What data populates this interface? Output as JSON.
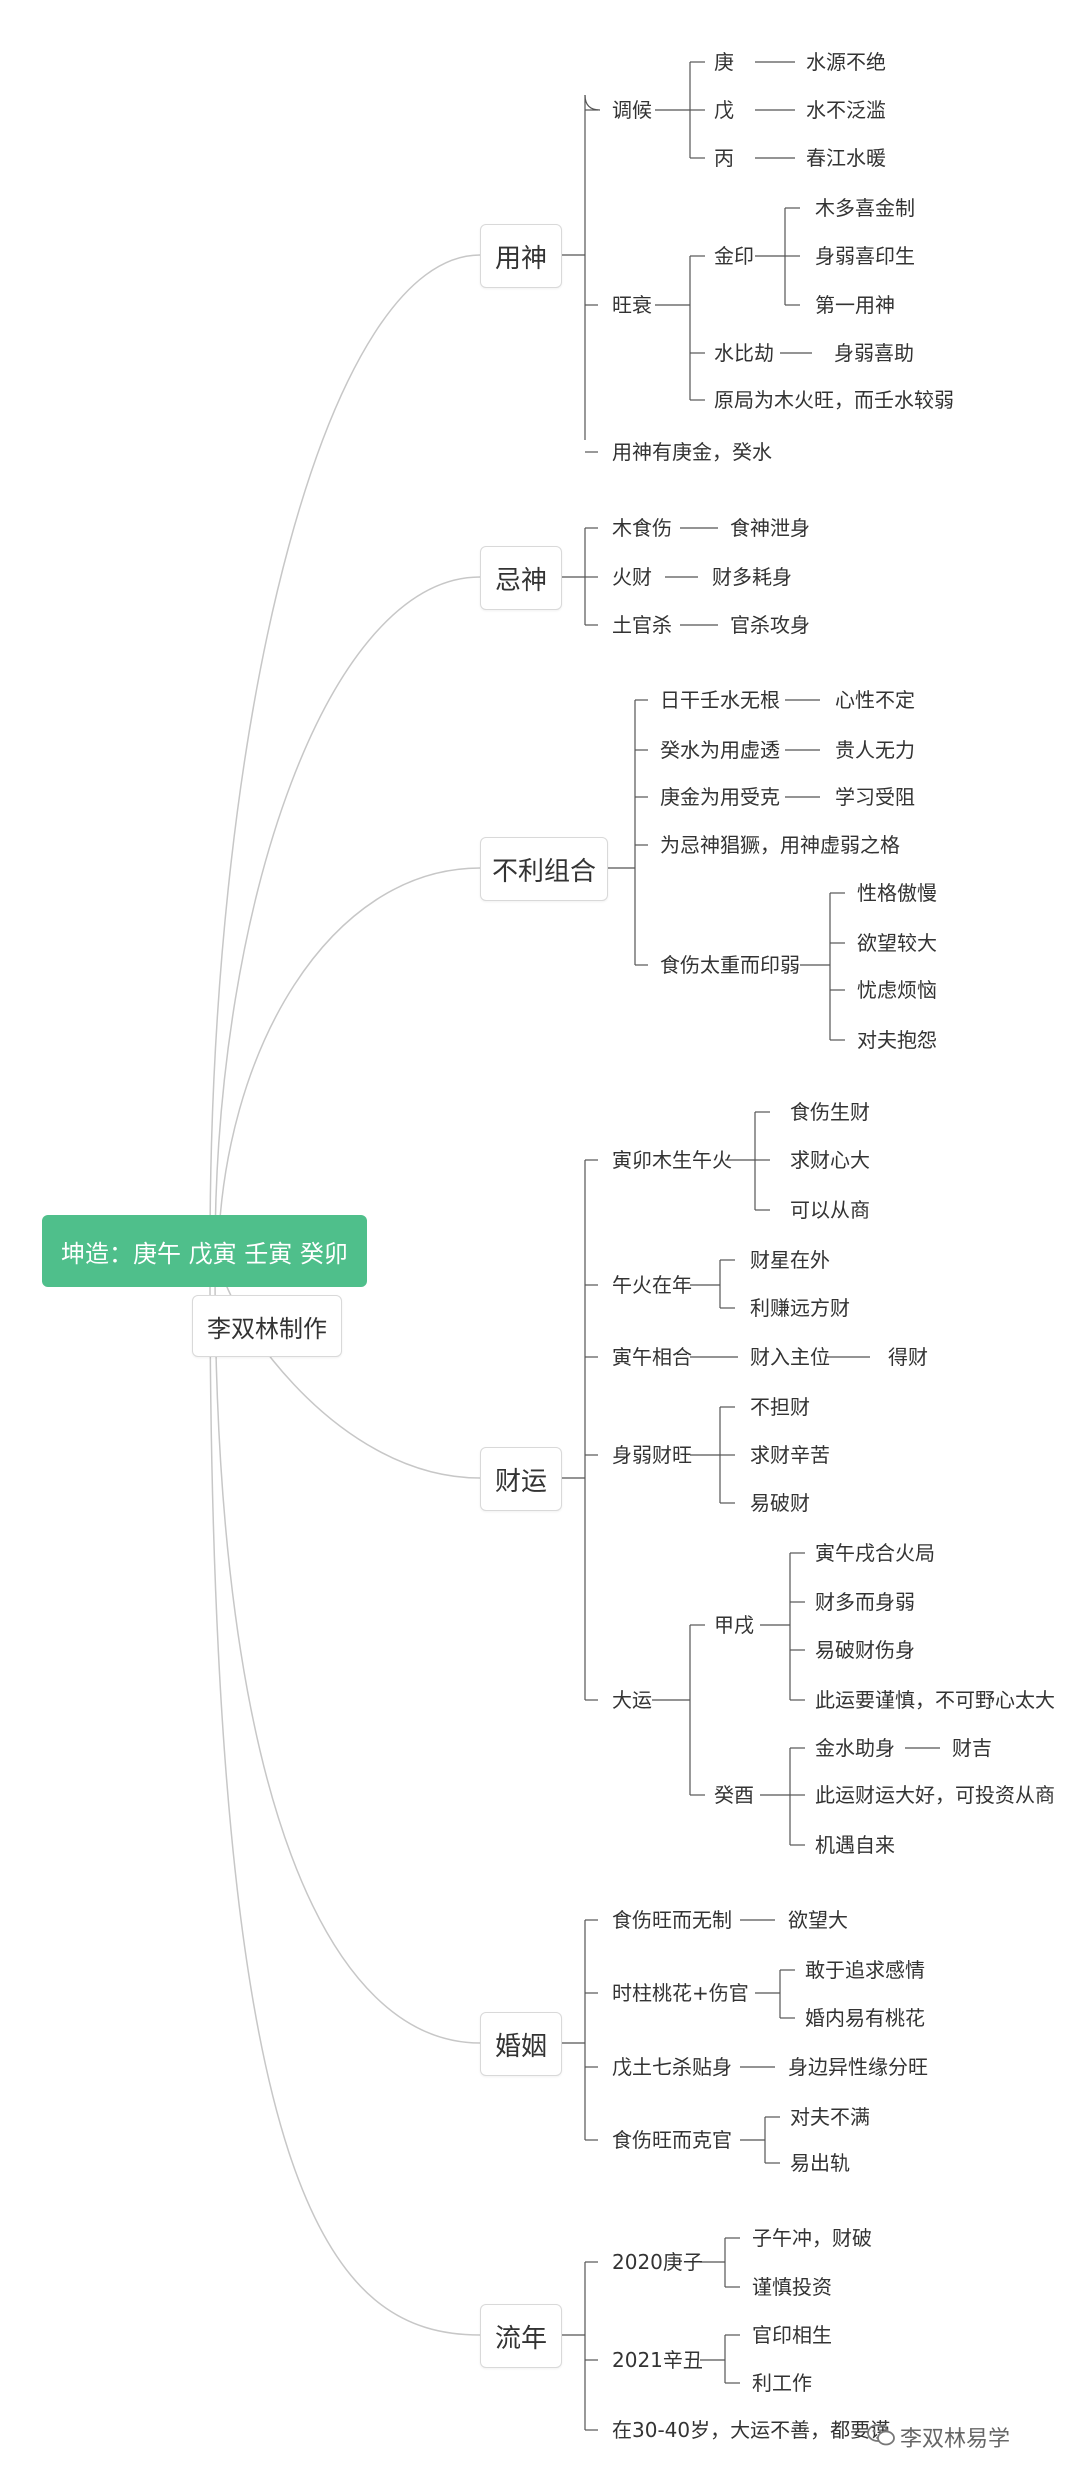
{
  "root": "坤造：庚午 戊寅 壬寅 癸卯",
  "author": "李双林制作",
  "watermark": "李双林易学",
  "nodes": {
    "yongshen": "用神",
    "tiaohou": "调候",
    "geng": "庚",
    "shuiyuan": "水源不绝",
    "wu": "戊",
    "shuibu": "水不泛滥",
    "bing": "丙",
    "chunjiang": "春江水暖",
    "wangshuai": "旺衰",
    "jinyin": "金印",
    "muduo": "木多喜金制",
    "shenruo": "身弱喜印生",
    "diyi": "第一用神",
    "shuibijie": "水比劫",
    "shenruoxizhu": "身弱喜助",
    "yuanju": "原局为木火旺，而壬水较弱",
    "yongshenyou": "用神有庚金，癸水",
    "jishen": "忌神",
    "mushishang": "木食伤",
    "shishenxie": "食神泄身",
    "huocai": "火财",
    "caiduo": "财多耗身",
    "tuguansha": "土官杀",
    "guansha": "官杀攻身",
    "buli": "不利组合",
    "rigan": "日干壬水无根",
    "xinxing": "心性不定",
    "guishui": "癸水为用虚透",
    "guiren": "贵人无力",
    "gengjin": "庚金为用受克",
    "xuexi": "学习受阻",
    "wei": "为忌神猖獗，用神虚弱之格",
    "shishang": "食伤太重而印弱",
    "aoman": "性格傲慢",
    "yuwang": "欲望较大",
    "youlv": "忧虑烦恼",
    "duifu": "对夫抱怨",
    "caiyun": "财运",
    "yinmao": "寅卯木生午火",
    "shishangshengcai": "食伤生财",
    "qiucai": "求财心大",
    "congshang": "可以从商",
    "wuhuo": "午火在年",
    "caixing": "财星在外",
    "lizhuan": "利赚远方财",
    "yinwu": "寅午相合",
    "cairu": "财入主位",
    "decai": "得财",
    "shenruocaiwang": "身弱财旺",
    "budan": "不担财",
    "xinku": "求财辛苦",
    "yipo": "易破财",
    "dayun": "大运",
    "jiaxu": "甲戌",
    "yinwuxu": "寅午戌合火局",
    "caiduoshenruo": "财多而身弱",
    "poshang": "易破财伤身",
    "jinshen": "此运要谨慎，不可野心太大",
    "guiyou": "癸酉",
    "jinshui": "金水助身",
    "caiji": "财吉",
    "daihao": "此运财运大好，可投资从商",
    "jiyu": "机遇自来",
    "hunyin": "婚姻",
    "shishangwangwuzhi": "食伤旺而无制",
    "yuwangda": "欲望大",
    "shizhu": "时柱桃花+伤官",
    "ganyu": "敢于追求感情",
    "hunnei": "婚内易有桃花",
    "wutu": "戊土七杀贴身",
    "shenbian": "身边异性缘分旺",
    "keguan": "食伤旺而克官",
    "buman": "对夫不满",
    "chugui": "易出轨",
    "liunian": "流年",
    "y2020": "2020庚子",
    "ziwu": "子午冲，财破",
    "jinshentouzi": "谨慎投资",
    "y2021": "2021辛丑",
    "guanyin": "官印相生",
    "ligongzuo": "利工作",
    "z3040": "在30-40岁，大运不善，都要谨"
  }
}
